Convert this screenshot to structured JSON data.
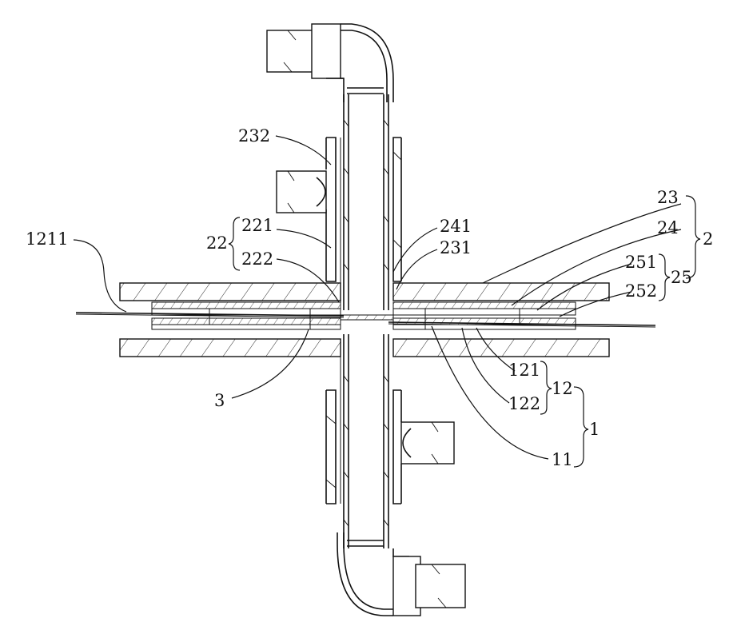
{
  "labels": {
    "l232": "232",
    "l23": "23",
    "l2": "2",
    "l241": "241",
    "l24": "24",
    "l221": "221",
    "l22": "22",
    "l231": "231",
    "l1211": "1211",
    "l222": "222",
    "l251": "251",
    "l25": "25",
    "l252": "252",
    "l121": "121",
    "l12": "12",
    "l1": "1",
    "l3": "3",
    "l122": "122",
    "l11": "11"
  }
}
